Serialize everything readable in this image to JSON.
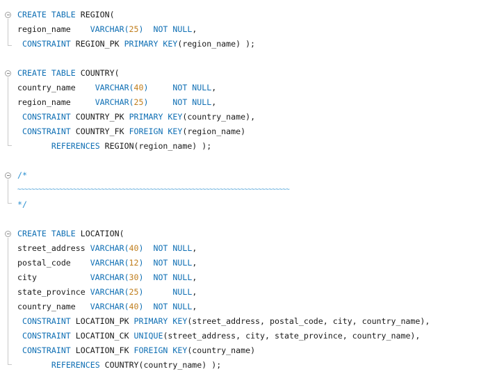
{
  "region_block": {
    "l1": {
      "kw": "CREATE TABLE",
      "name": " REGION("
    },
    "l2": {
      "col": "region_name    ",
      "type": "VARCHAR(",
      "size": "25",
      "close": ")",
      "pad": "  ",
      "nn": "NOT NULL",
      "end": ","
    },
    "l3": {
      "lead": " ",
      "kw1": "CONSTRAINT",
      "mid": " REGION_PK ",
      "kw2": "PRIMARY KEY",
      "end": "(region_name) );"
    }
  },
  "country_block": {
    "l1": {
      "kw": "CREATE TABLE",
      "name": " COUNTRY("
    },
    "l2": {
      "col": "country_name    ",
      "type": "VARCHAR(",
      "size": "40",
      "close": ")",
      "pad": "     ",
      "nn": "NOT NULL",
      "end": ","
    },
    "l3": {
      "col": "region_name     ",
      "type": "VARCHAR(",
      "size": "25",
      "close": ")",
      "pad": "     ",
      "nn": "NOT NULL",
      "end": ","
    },
    "l4": {
      "lead": " ",
      "kw1": "CONSTRAINT",
      "mid": " COUNTRY_PK ",
      "kw2": "PRIMARY KEY",
      "end": "(country_name),"
    },
    "l5": {
      "lead": " ",
      "kw1": "CONSTRAINT",
      "mid": " COUNTRY_FK ",
      "kw2": "FOREIGN KEY",
      "end": "(region_name)"
    },
    "l6": {
      "lead": "       ",
      "kw": "REFERENCES",
      "end": " REGION(region_name) );"
    }
  },
  "comment_block": {
    "open": "/*",
    "tildes": "~~~~~~~~~~~~~~~~~~~~~~~~~~~~~~~~~~~~~~~~~~~~~~~~~~~~~~~~~~~~~~~~~~~~~~~~~~~~~~",
    "close": "*/"
  },
  "location_block": {
    "l1": {
      "kw": "CREATE TABLE",
      "name": " LOCATION("
    },
    "l2": {
      "col": "street_address ",
      "type": "VARCHAR(",
      "size": "40",
      "close": ")",
      "pad": "  ",
      "nn": "NOT NULL",
      "end": ","
    },
    "l3": {
      "col": "postal_code    ",
      "type": "VARCHAR(",
      "size": "12",
      "close": ")",
      "pad": "  ",
      "nn": "NOT NULL",
      "end": ","
    },
    "l4": {
      "col": "city           ",
      "type": "VARCHAR(",
      "size": "30",
      "close": ")",
      "pad": "  ",
      "nn": "NOT NULL",
      "end": ","
    },
    "l5": {
      "col": "state_province ",
      "type": "VARCHAR(",
      "size": "25",
      "close": ")",
      "pad": "      ",
      "nn": "NULL",
      "end": ","
    },
    "l6": {
      "col": "country_name   ",
      "type": "VARCHAR(",
      "size": "40",
      "close": ")",
      "pad": "  ",
      "nn": "NOT NULL",
      "end": ","
    },
    "l7": {
      "lead": " ",
      "kw1": "CONSTRAINT",
      "mid": " LOCATION_PK ",
      "kw2": "PRIMARY KEY",
      "end": "(street_address, postal_code, city, country_name),"
    },
    "l8": {
      "lead": " ",
      "kw1": "CONSTRAINT",
      "mid": " LOCATION_CK ",
      "kw2": "UNIQUE",
      "end": "(street_address, city, state_province, country_name),"
    },
    "l9": {
      "lead": " ",
      "kw1": "CONSTRAINT",
      "mid": " LOCATION_FK ",
      "kw2": "FOREIGN KEY",
      "end": "(country_name)"
    },
    "l10": {
      "lead": "       ",
      "kw": "REFERENCES",
      "end": " COUNTRY(country_name) );"
    }
  },
  "colors": {
    "keyword": "#0f6fb4",
    "number": "#c07d1b",
    "comment": "#2a8fd0",
    "text": "#1a1a1a"
  }
}
